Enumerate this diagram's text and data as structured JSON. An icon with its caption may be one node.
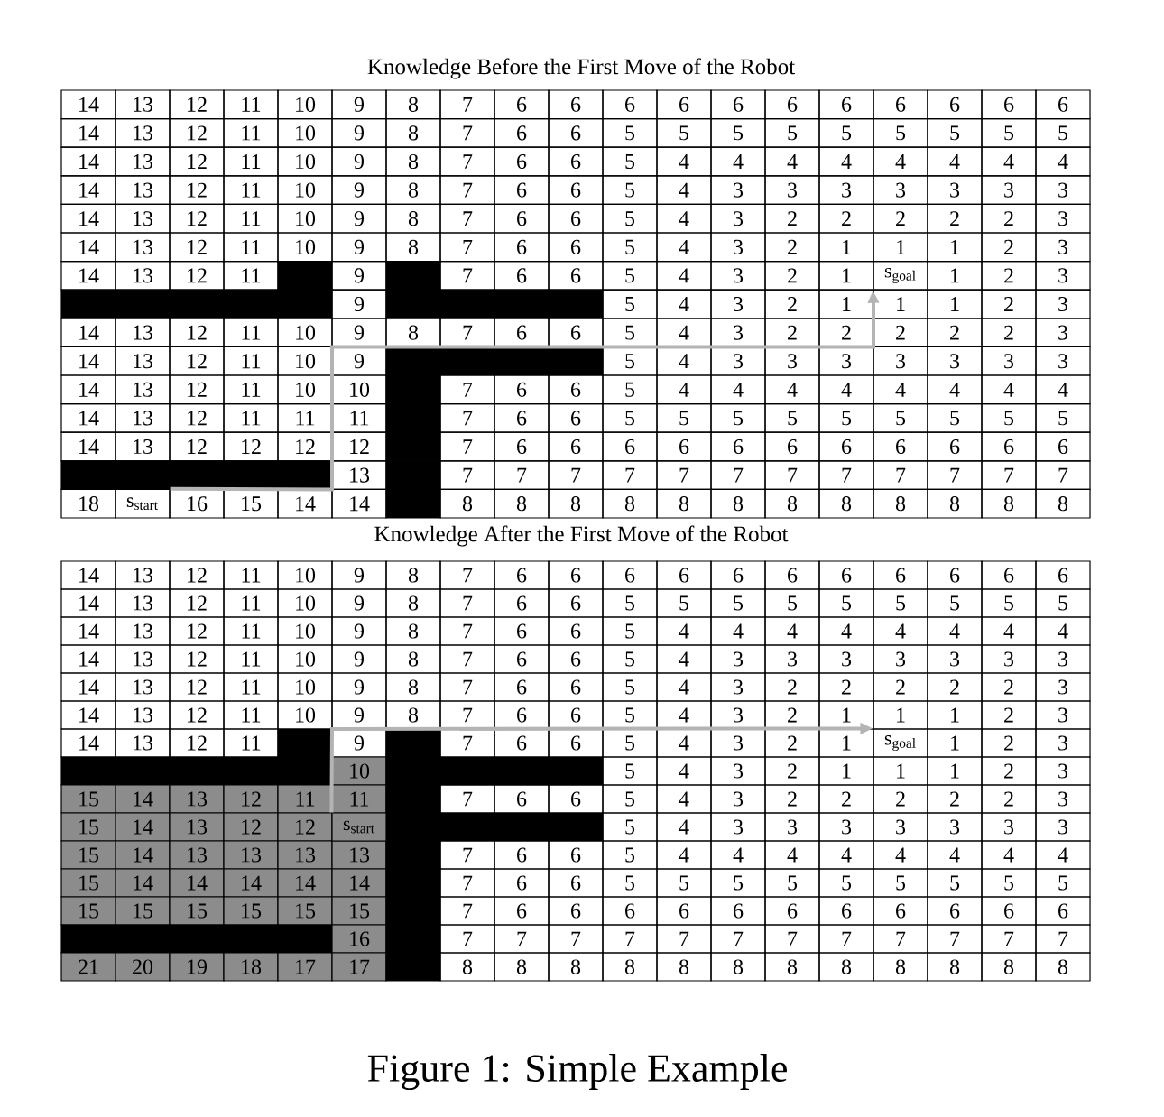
{
  "diagram": {
    "caption": "Figure 1: Simple Example",
    "nodes": [
      {
        "text": [
          "s$_{goal}$"
        ]
      },
      {
        "text": [
          "s$_{start}$"
        ]
      },
      {
        "text": [
          "s$_{goal}$"
        ]
      },
      {
        "text": [
          "s$_{start}$"
        ]
      }
    ],
    "edges": [
      {
        "from": 1,
        "to": 0,
        "arrow": "to"
      },
      {
        "from": 3,
        "to": 2,
        "arrow": "to"
      }
    ],
    "labels": [
      "Knowledge Before the First Move of the Robot",
      "14",
      "13",
      "12",
      "11",
      "10",
      "9",
      "8",
      "7",
      "6",
      "6",
      "6",
      "6",
      "6",
      "6",
      "6",
      "6",
      "6",
      "6",
      "6",
      "14",
      "13",
      "12",
      "11",
      "10",
      "9",
      "8",
      "7",
      "6",
      "6",
      "5",
      "5",
      "5",
      "5",
      "5",
      "5",
      "5",
      "5",
      "5",
      "14",
      "13",
      "12",
      "11",
      "10",
      "9",
      "8",
      "7",
      "6",
      "6",
      "5",
      "4",
      "4",
      "4",
      "4",
      "4",
      "4",
      "4",
      "4",
      "14",
      "13",
      "12",
      "11",
      "10",
      "9",
      "8",
      "7",
      "6",
      "6",
      "5",
      "4",
      "3",
      "3",
      "3",
      "3",
      "3",
      "3",
      "3",
      "14",
      "13",
      "12",
      "11",
      "10",
      "9",
      "8",
      "7",
      "6",
      "6",
      "5",
      "4",
      "3",
      "2",
      "2",
      "2",
      "2",
      "2",
      "3",
      "14",
      "13",
      "12",
      "11",
      "10",
      "9",
      "8",
      "7",
      "6",
      "6",
      "5",
      "4",
      "3",
      "2",
      "1",
      "1",
      "1",
      "2",
      "3",
      "14",
      "13",
      "12",
      "11",
      "9",
      "7",
      "6",
      "6",
      "5",
      "4",
      "3",
      "2",
      "1",
      "1",
      "2",
      "3",
      "9",
      "5",
      "4",
      "3",
      "2",
      "1",
      "1",
      "1",
      "2",
      "3",
      "14",
      "13",
      "12",
      "11",
      "10",
      "9",
      "8",
      "7",
      "6",
      "6",
      "5",
      "4",
      "3",
      "2",
      "2",
      "2",
      "2",
      "2",
      "3",
      "14",
      "13",
      "12",
      "11",
      "10",
      "9",
      "5",
      "4",
      "3",
      "3",
      "3",
      "3",
      "3",
      "3",
      "3",
      "14",
      "13",
      "12",
      "11",
      "10",
      "10",
      "7",
      "6",
      "6",
      "5",
      "4",
      "4",
      "4",
      "4",
      "4",
      "4",
      "4",
      "4",
      "14",
      "13",
      "12",
      "11",
      "11",
      "11",
      "7",
      "6",
      "6",
      "5",
      "5",
      "5",
      "5",
      "5",
      "5",
      "5",
      "5",
      "5",
      "14",
      "13",
      "12",
      "12",
      "12",
      "12",
      "7",
      "6",
      "6",
      "6",
      "6",
      "6",
      "6",
      "6",
      "6",
      "6",
      "6",
      "6",
      "13",
      "7",
      "7",
      "7",
      "7",
      "7",
      "7",
      "7",
      "7",
      "7",
      "7",
      "7",
      "7",
      "18",
      "16",
      "15",
      "14",
      "14",
      "8",
      "8",
      "8",
      "8",
      "8",
      "8",
      "8",
      "8",
      "8",
      "8",
      "8",
      "8",
      "Knowledge After the First Move of the Robot",
      "14",
      "13",
      "12",
      "11",
      "10",
      "9",
      "8",
      "7",
      "6",
      "6",
      "6",
      "6",
      "6",
      "6",
      "6",
      "6",
      "6",
      "6",
      "6",
      "14",
      "13",
      "12",
      "11",
      "10",
      "9",
      "8",
      "7",
      "6",
      "6",
      "5",
      "5",
      "5",
      "5",
      "5",
      "5",
      "5",
      "5",
      "5",
      "14",
      "13",
      "12",
      "11",
      "10",
      "9",
      "8",
      "7",
      "6",
      "6",
      "5",
      "4",
      "4",
      "4",
      "4",
      "4",
      "4",
      "4",
      "4",
      "14",
      "13",
      "12",
      "11",
      "10",
      "9",
      "8",
      "7",
      "6",
      "6",
      "5",
      "4",
      "3",
      "3",
      "3",
      "3",
      "3",
      "3",
      "3",
      "14",
      "13",
      "12",
      "11",
      "10",
      "9",
      "8",
      "7",
      "6",
      "6",
      "5",
      "4",
      "3",
      "2",
      "2",
      "2",
      "2",
      "2",
      "3",
      "14",
      "13",
      "12",
      "11",
      "10",
      "9",
      "8",
      "7",
      "6",
      "6",
      "5",
      "4",
      "3",
      "2",
      "1",
      "1",
      "1",
      "2",
      "3",
      "14",
      "13",
      "12",
      "11",
      "9",
      "7",
      "6",
      "6",
      "5",
      "4",
      "3",
      "2",
      "1",
      "1",
      "2",
      "3",
      "10",
      "5",
      "4",
      "3",
      "2",
      "1",
      "1",
      "1",
      "2",
      "3",
      "15",
      "14",
      "13",
      "12",
      "11",
      "11",
      "7",
      "6",
      "6",
      "5",
      "4",
      "3",
      "2",
      "2",
      "2",
      "2",
      "2",
      "3",
      "15",
      "14",
      "13",
      "12",
      "12",
      "5",
      "4",
      "3",
      "3",
      "3",
      "3",
      "3",
      "3",
      "3",
      "15",
      "14",
      "13",
      "13",
      "13",
      "13",
      "7",
      "6",
      "6",
      "5",
      "4",
      "4",
      "4",
      "4",
      "4",
      "4",
      "4",
      "4",
      "15",
      "14",
      "14",
      "14",
      "14",
      "14",
      "7",
      "6",
      "6",
      "5",
      "5",
      "5",
      "5",
      "5",
      "5",
      "5",
      "5",
      "5",
      "15",
      "15",
      "15",
      "15",
      "15",
      "15",
      "7",
      "6",
      "6",
      "6",
      "6",
      "6",
      "6",
      "6",
      "6",
      "6",
      "6",
      "6",
      "16",
      "7",
      "7",
      "7",
      "7",
      "7",
      "7",
      "7",
      "7",
      "7",
      "7",
      "7",
      "7",
      "21",
      "20",
      "19",
      "18",
      "17",
      "17",
      "8",
      "8",
      "8",
      "8",
      "8",
      "8",
      "8",
      "8",
      "8",
      "8",
      "8",
      "8"
    ]
  }
}
